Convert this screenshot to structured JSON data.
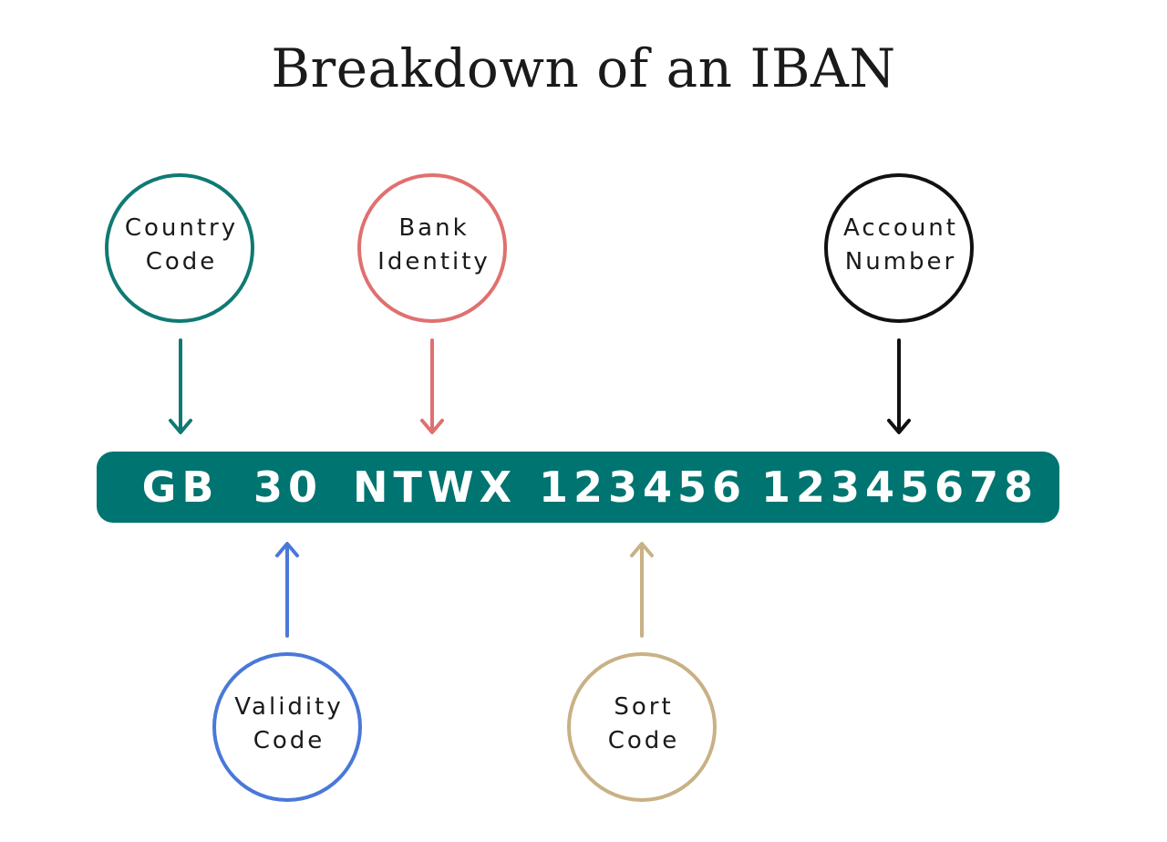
{
  "title": "Breakdown of an IBAN",
  "colors": {
    "bar": "#007470",
    "country": "#0f7a73",
    "bank": "#e0706f",
    "account": "#111111",
    "validity": "#4a78d9",
    "sort": "#c8b185",
    "text": "#1a1a1a",
    "iban_text": "#ffffff"
  },
  "iban_segments": [
    "GB",
    "30",
    "NTWX",
    "123456",
    "12345678"
  ],
  "labels": {
    "country": {
      "line1": "Country",
      "line2": "Code"
    },
    "bank": {
      "line1": "Bank",
      "line2": "Identity"
    },
    "account": {
      "line1": "Account",
      "line2": "Number"
    },
    "validity": {
      "line1": "Validity",
      "line2": "Code"
    },
    "sort": {
      "line1": "Sort",
      "line2": "Code"
    }
  }
}
